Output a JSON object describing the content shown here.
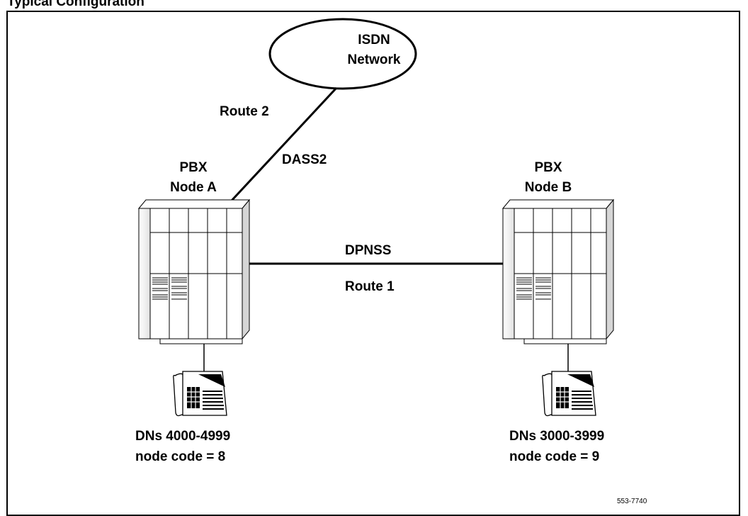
{
  "header": {
    "title": "Typical Configuration"
  },
  "cloud": {
    "line1": "ISDN",
    "line2": "Network"
  },
  "links": {
    "route2": "Route 2",
    "dass2": "DASS2",
    "dpnss": "DPNSS",
    "route1": "Route 1"
  },
  "node_a": {
    "line1": "PBX",
    "line2": "Node A",
    "dns": "DNs 4000-4999",
    "node_code": "node code = 8"
  },
  "node_b": {
    "line1": "PBX",
    "line2": "Node B",
    "dns": "DNs 3000-3999",
    "node_code": "node code = 9"
  },
  "figure_id": "553-7740"
}
